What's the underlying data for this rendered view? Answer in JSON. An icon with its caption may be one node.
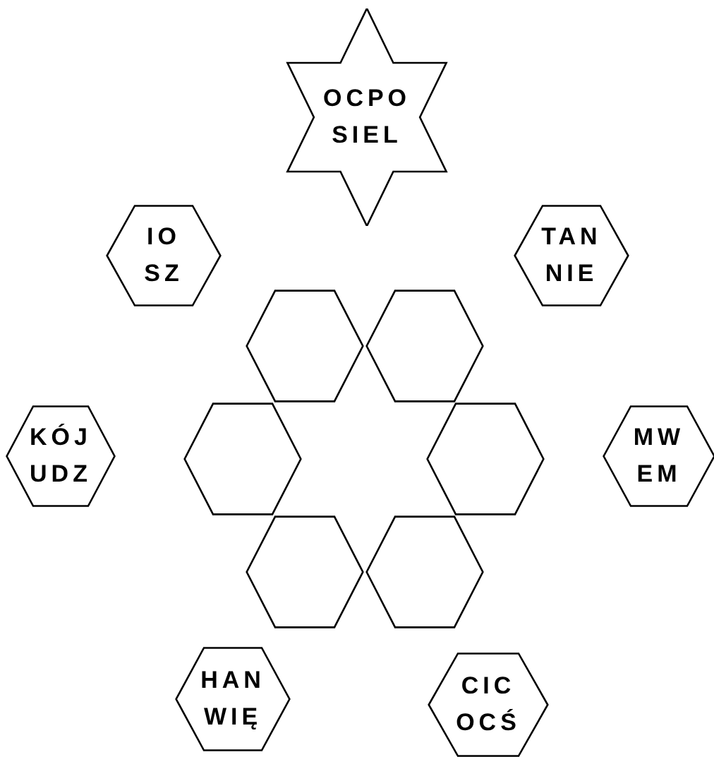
{
  "diagram": {
    "nodes": [
      {
        "text": [
          "OCPO",
          "SIEL"
        ]
      },
      {
        "text": [
          "IO",
          "SZ"
        ]
      },
      {
        "text": [
          "TAN",
          "NIE"
        ]
      },
      {
        "text": [
          "KÓJ",
          "UDZ"
        ]
      },
      {
        "text": [
          "MW",
          "EM"
        ]
      },
      {
        "text": [
          "HAN",
          "WIĘ"
        ]
      },
      {
        "text": [
          "CIC",
          "OCŚ"
        ]
      },
      {
        "text": [],
        "shape": "hexagon"
      },
      {
        "text": [],
        "shape": "hexagon"
      },
      {
        "text": [],
        "shape": "hexagon"
      },
      {
        "text": [],
        "shape": "hexagon"
      },
      {
        "text": [],
        "shape": "hexagon"
      },
      {
        "text": [],
        "shape": "hexagon"
      }
    ]
  }
}
